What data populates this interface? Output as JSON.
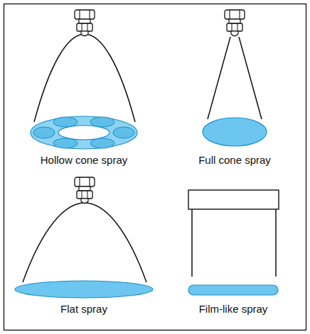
{
  "diagram": {
    "labels": [
      "Hollow cone spray",
      "Full cone spray",
      "Flat spray",
      "Film-like spray"
    ]
  }
}
